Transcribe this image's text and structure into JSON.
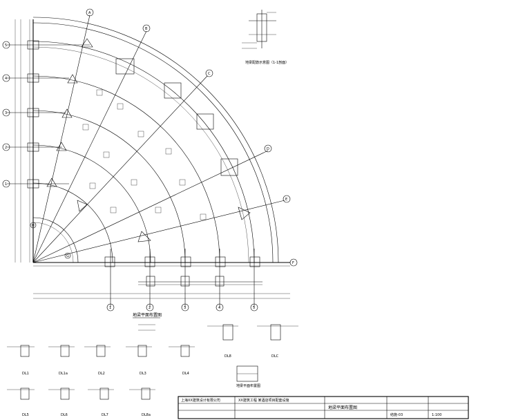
{
  "plan": {
    "title": "地梁平面布置图",
    "axis_letters": [
      "A",
      "B",
      "C",
      "D",
      "E",
      "F",
      "G",
      "H"
    ],
    "grid_numbers": [
      "1",
      "2",
      "3",
      "4",
      "5"
    ],
    "bottom_numbers": [
      "1",
      "2",
      "3",
      "4",
      "5"
    ]
  },
  "notes": {
    "detail_caption": "地梁配筋示意图（1-1剖面）"
  },
  "sections_row1": [
    "DL1",
    "DL1a",
    "DL2",
    "DL3",
    "DL4"
  ],
  "sections_row2": [
    "DL5",
    "DL6",
    "DL7",
    "DL8a"
  ],
  "sections_mid": [
    "DL8",
    "DLC"
  ],
  "small_caption": "地梁平面布置图",
  "titleblock": {
    "company": "上海XX建筑设计有限公司",
    "project": "XX建筑工程 某酒店项目配套设施",
    "drawing_name": "地梁平面布置图",
    "drawing_no": "结施-03",
    "scale": "1:100"
  }
}
